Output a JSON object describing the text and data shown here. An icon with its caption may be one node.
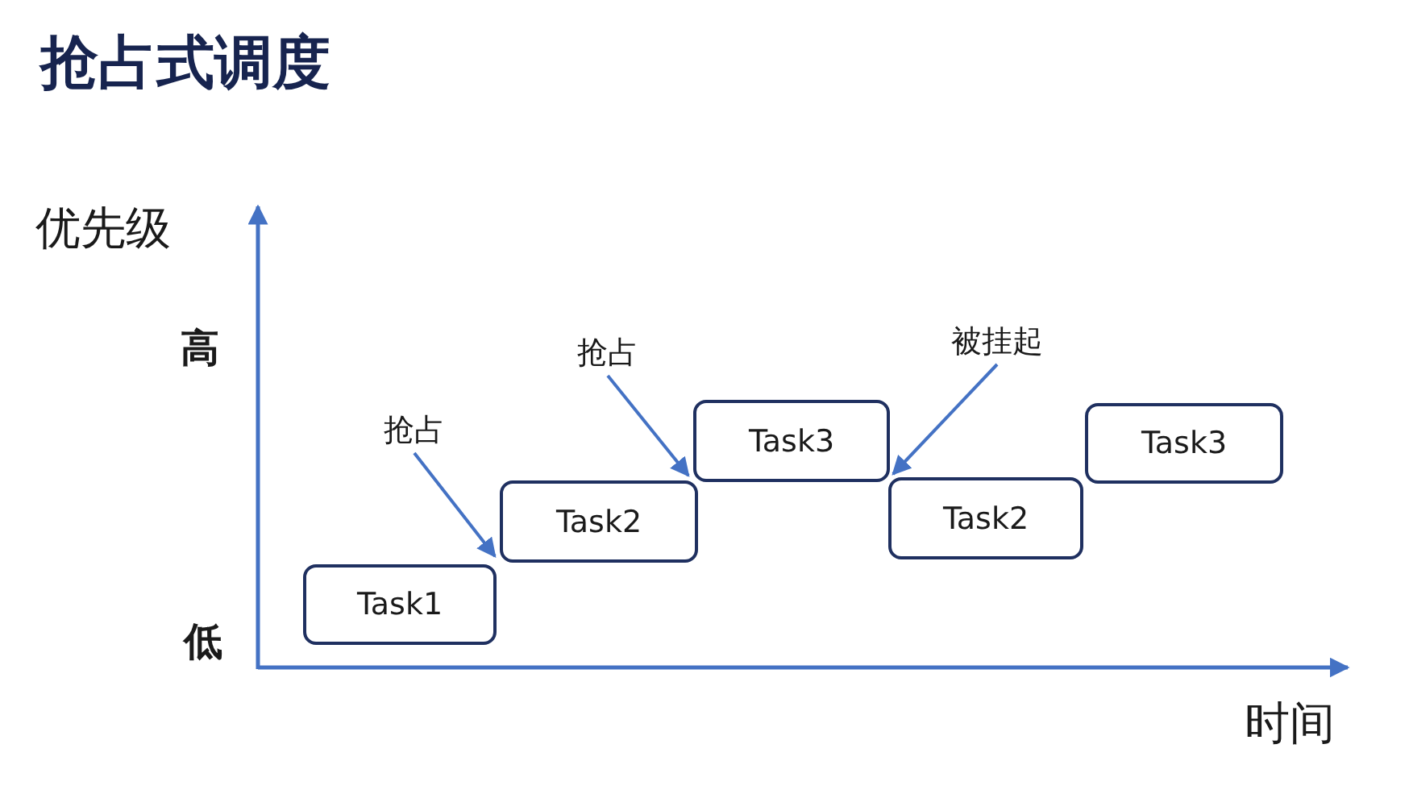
{
  "diagram": {
    "title": "抢占式调度",
    "nodes": [
      {
        "text": [
          "Task1"
        ]
      },
      {
        "text": [
          "Task2"
        ]
      },
      {
        "text": [
          "Task3"
        ]
      },
      {
        "text": [
          "Task2"
        ]
      },
      {
        "text": [
          "Task3"
        ]
      },
      {
        "text": [
          "抢占"
        ]
      },
      {
        "text": [
          "抢占"
        ]
      },
      {
        "text": [
          "被挂起"
        ]
      }
    ],
    "edges": [
      {
        "from": 5,
        "to": 1,
        "arrow": "to"
      },
      {
        "from": 6,
        "to": 2,
        "arrow": "to"
      },
      {
        "from": 7,
        "to": 3,
        "arrow": "to"
      }
    ],
    "labels": [
      "优先级",
      "高",
      "低",
      "时间"
    ]
  }
}
